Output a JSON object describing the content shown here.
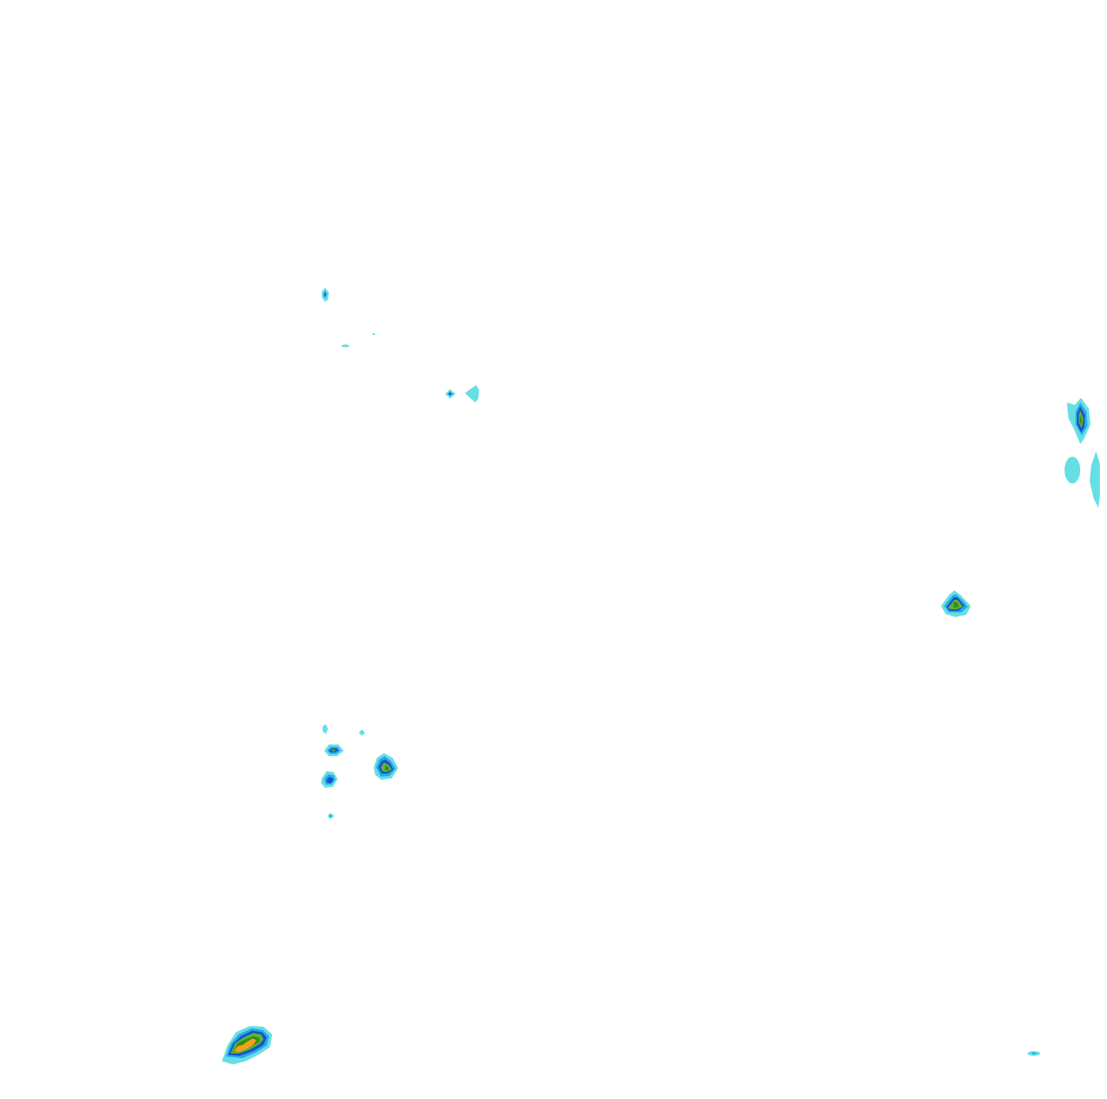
{
  "map": {
    "kind": "precipitation-radar-overlay",
    "background_color": "#ffffff",
    "intensity_levels": [
      {
        "level": 1,
        "color": "#66dfe4"
      },
      {
        "level": 2,
        "color": "#29a8e8"
      },
      {
        "level": 3,
        "color": "#1a4fd0"
      },
      {
        "level": 4,
        "color": "#58b92a"
      },
      {
        "level": 5,
        "color": "#3a8a1a"
      },
      {
        "level": 6,
        "color": "#f0a21e"
      }
    ],
    "cell_count": 17,
    "max_intensity_level": 6
  }
}
